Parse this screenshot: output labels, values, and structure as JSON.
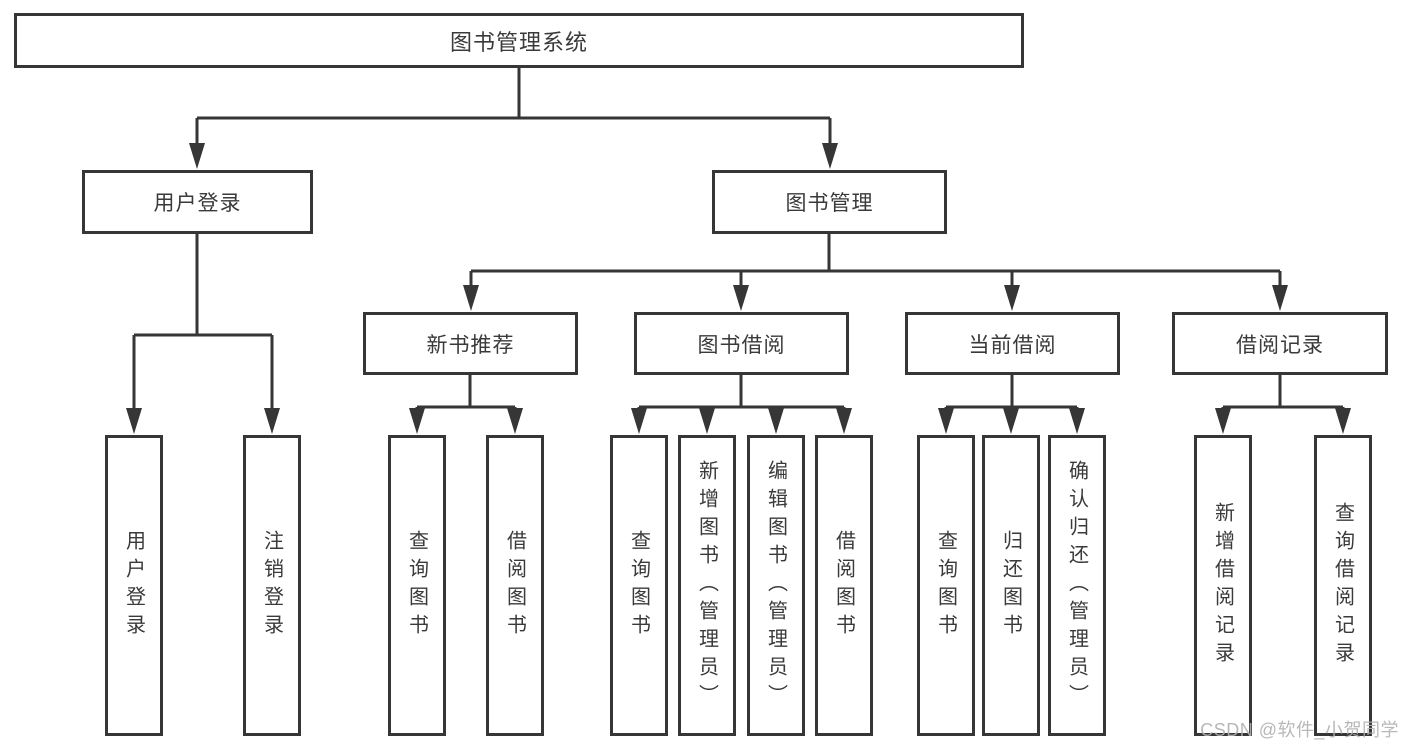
{
  "title": "图书管理系统",
  "tree": {
    "root": {
      "label": "图书管理系统"
    },
    "branches": [
      {
        "label": "用户登录",
        "children": [
          {
            "label": "用户登录"
          },
          {
            "label": "注销登录"
          }
        ]
      },
      {
        "label": "图书管理",
        "children": [
          {
            "label": "新书推荐",
            "children": [
              {
                "label": "查询图书"
              },
              {
                "label": "借阅图书"
              }
            ]
          },
          {
            "label": "图书借阅",
            "children": [
              {
                "label": "查询图书"
              },
              {
                "label": "新增图书（管理员）"
              },
              {
                "label": "编辑图书（管理员）"
              },
              {
                "label": "借阅图书"
              }
            ]
          },
          {
            "label": "当前借阅",
            "children": [
              {
                "label": "查询图书"
              },
              {
                "label": "归还图书"
              },
              {
                "label": "确认归还（管理员）"
              }
            ]
          },
          {
            "label": "借阅记录",
            "children": [
              {
                "label": "新增借阅记录"
              },
              {
                "label": "查询借阅记录"
              }
            ]
          }
        ]
      }
    ]
  },
  "watermark": {
    "text": "CSDN @软件_小贺同学"
  },
  "colors": {
    "line": "#363636",
    "text": "#3a3a3a",
    "background": "#ffffff",
    "watermark": "#b0b0b0"
  }
}
